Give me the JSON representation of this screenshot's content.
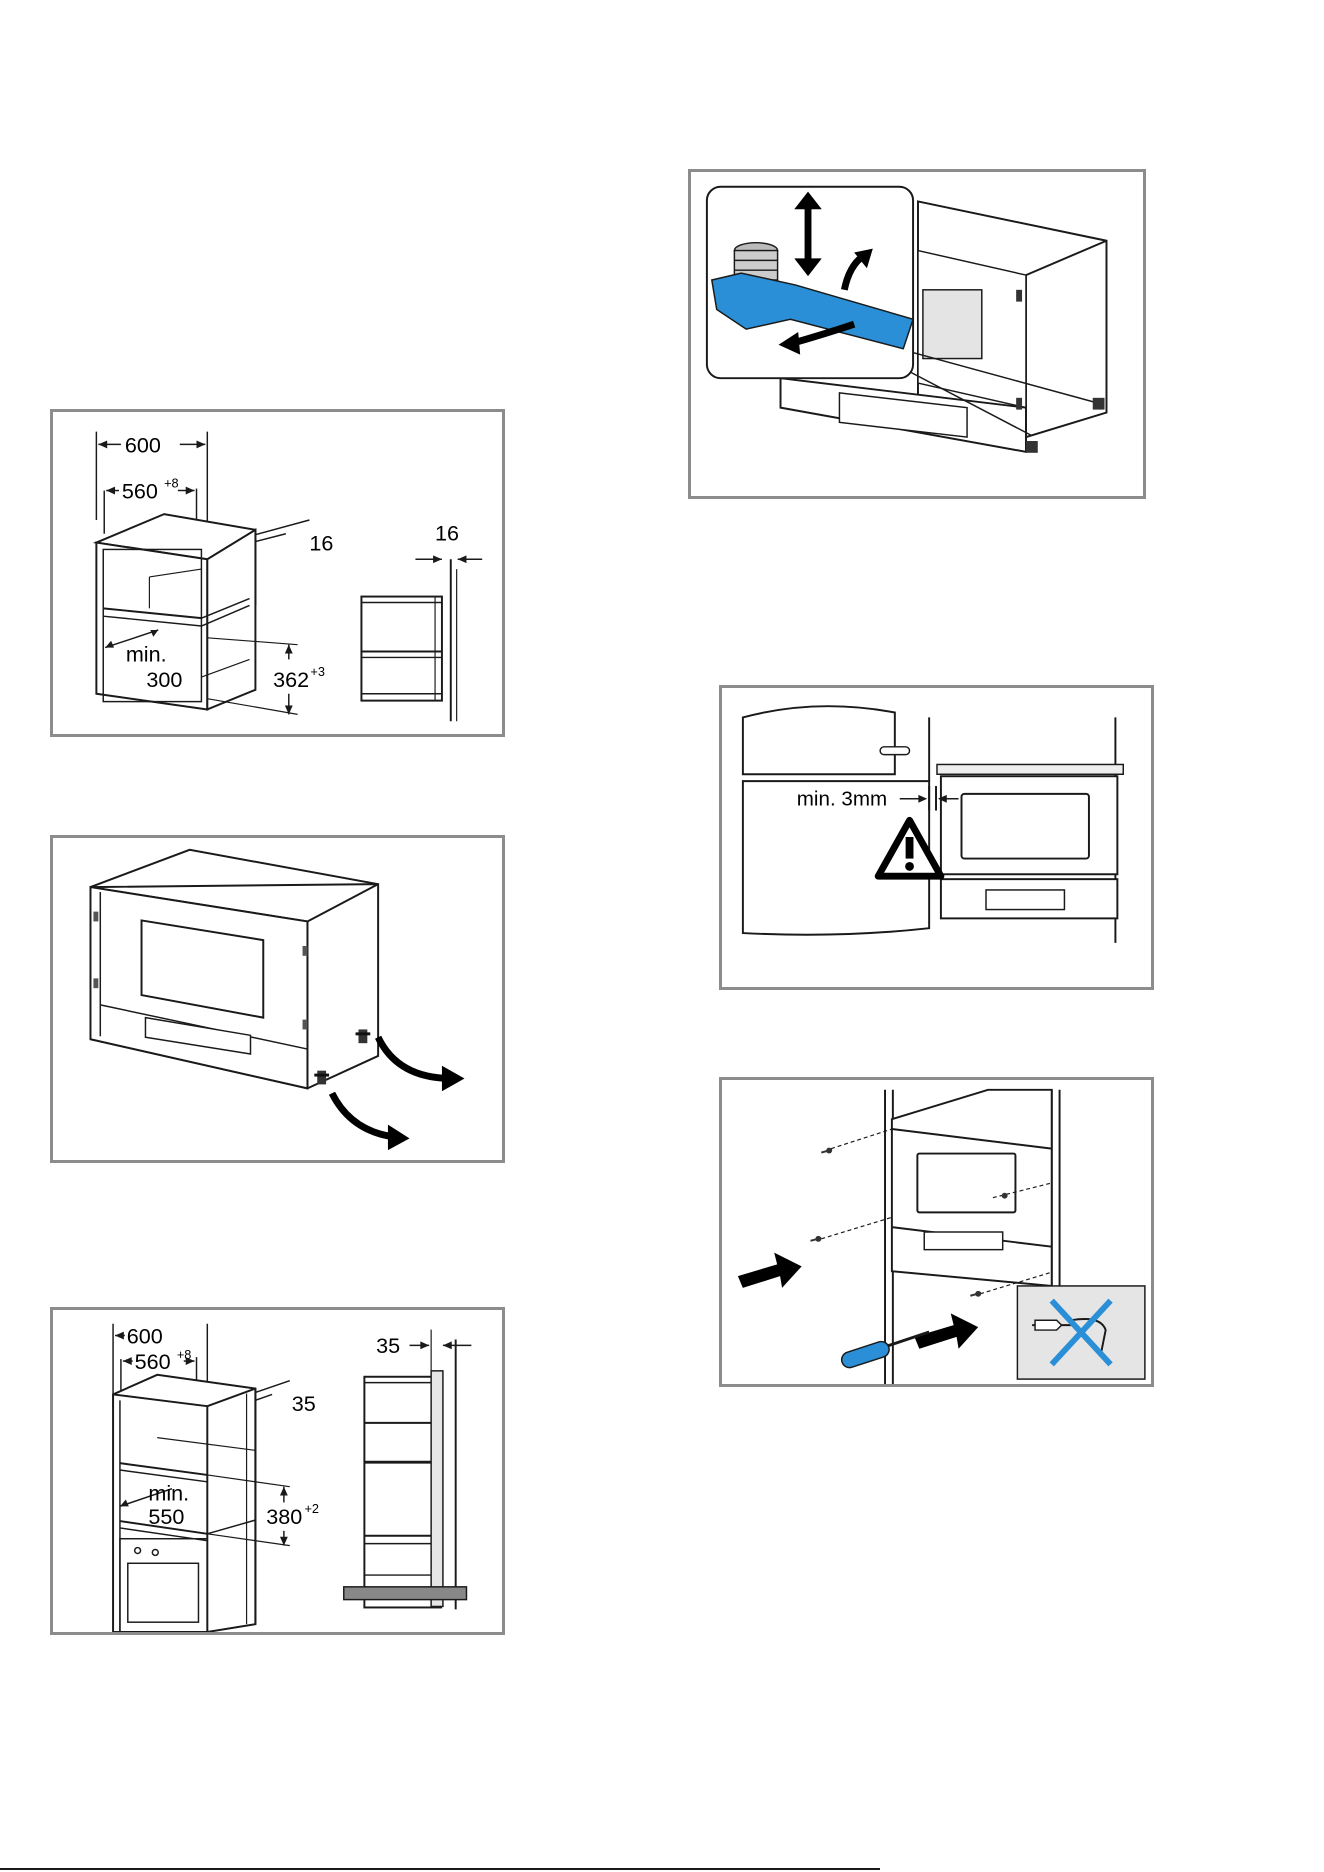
{
  "figures": {
    "fig1": {
      "dim_width_total": "600",
      "dim_width_inner": "560",
      "dim_width_inner_tol": "+8",
      "dim_panel": "16",
      "dim_depth_label": "min.",
      "dim_depth_value": "300",
      "dim_height": "362",
      "dim_height_tol": "+3",
      "dim_side": "16"
    },
    "fig2": {},
    "fig3": {
      "dim_width_total": "600",
      "dim_width_inner": "560",
      "dim_width_inner_tol": "+8",
      "dim_panel": "35",
      "dim_depth_label": "min.",
      "dim_depth_value": "550",
      "dim_height": "380",
      "dim_height_tol": "+2",
      "dim_side": "35"
    },
    "fig4": {},
    "fig5": {
      "gap_label": "min. 3mm"
    },
    "fig6": {}
  },
  "colors": {
    "frame": "#8c8c8c",
    "accent_blue": "#2a8fd6",
    "warning": "#000000"
  }
}
